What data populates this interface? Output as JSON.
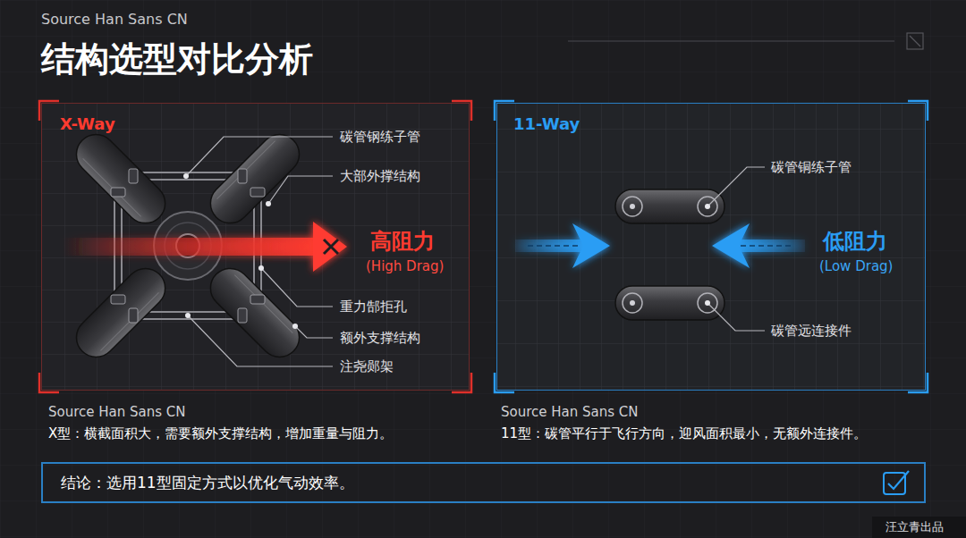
{
  "diagram": {
    "title": "结构选型对比分析",
    "nodes": [
      {
        "text": [
          "X-Way"
        ]
      },
      {
        "text": [
          "11-Way"
        ]
      },
      {
        "text": [
          "结论：选用11型固定方式以优化气动效率。"
        ]
      }
    ],
    "labels": [
      "Source Han Sans CN",
      "碳管钢练子管",
      "大部外撑结构",
      "高阻力",
      "(High Drag)",
      "重力郜拒孔",
      "额外支撑结构",
      "注尧郧架",
      "碳管铜练子管",
      "低阻力",
      "(Low Drag)",
      "碳管远连接件",
      "Source Han Sans CN",
      "X型：横截面积大，需要额外支撑结构，增加重量与阻力。",
      "Source Han Sans CN",
      "11型：碳管平行于飞行方向，迎风面积最小，无额外连接件。",
      "汪立青出品"
    ]
  }
}
